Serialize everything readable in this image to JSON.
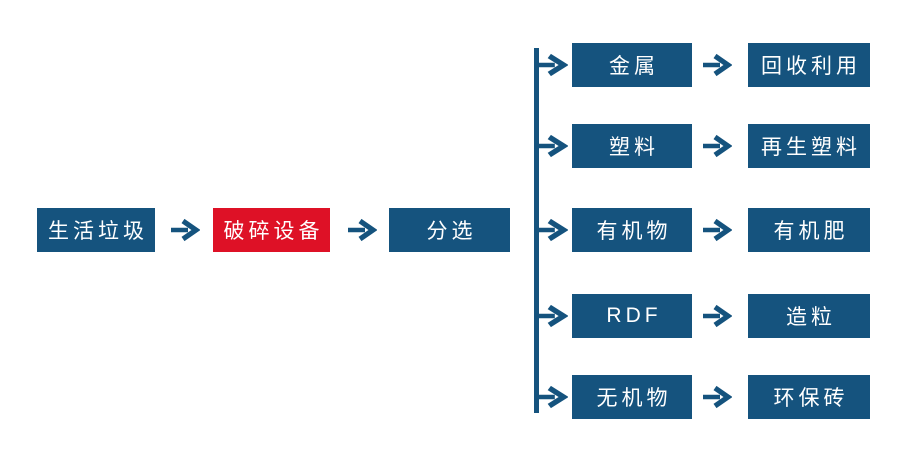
{
  "colors": {
    "node_blue": "#15537e",
    "node_red": "#de1126",
    "connector_blue": "#15537e",
    "node_text": "#ffffff",
    "background": "#ffffff"
  },
  "flow": {
    "source": {
      "label": "生活垃圾"
    },
    "process": {
      "label": "破碎设备"
    },
    "sorter": {
      "label": "分选"
    },
    "branches": [
      {
        "category": "金属",
        "result": "回收利用"
      },
      {
        "category": "塑料",
        "result": "再生塑料"
      },
      {
        "category": "有机物",
        "result": "有机肥"
      },
      {
        "category": "RDF",
        "result": "造粒"
      },
      {
        "category": "无机物",
        "result": "环保砖"
      }
    ]
  }
}
